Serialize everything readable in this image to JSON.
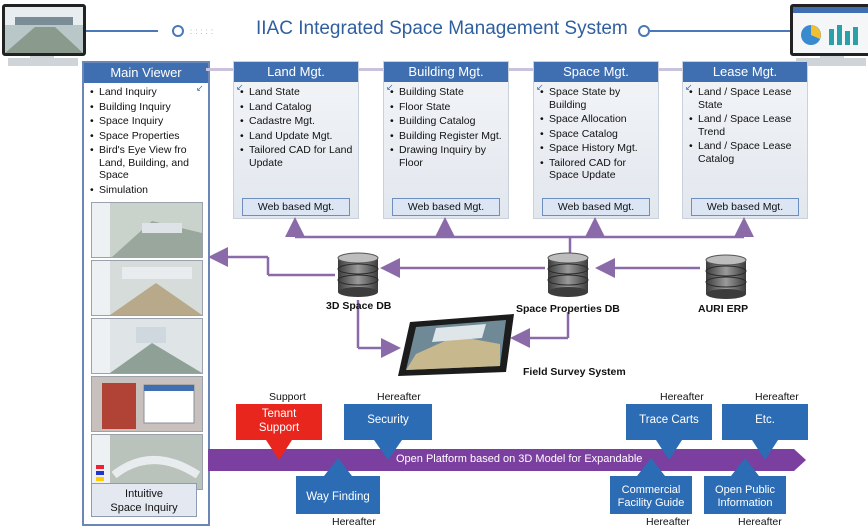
{
  "title": "IIAC Integrated Space Management System",
  "main_viewer": {
    "header": "Main Viewer",
    "items": [
      "Land Inquiry",
      "Building Inquiry",
      "Space Inquiry",
      "Space Properties",
      "Bird's Eye View fro Land, Building, and Space",
      "Simulation"
    ],
    "footer_line1": "Intuitive",
    "footer_line2": "Space Inquiry"
  },
  "modules": [
    {
      "header": "Land Mgt.",
      "items": [
        "Land State",
        "Land Catalog",
        "Cadastre Mgt.",
        "Land Update Mgt.",
        "Tailored CAD for Land Update"
      ],
      "web": "Web based Mgt."
    },
    {
      "header": "Building Mgt.",
      "items": [
        "Building State",
        "Floor State",
        "Building Catalog",
        "Building Register Mgt.",
        "Drawing Inquiry by Floor"
      ],
      "web": "Web based Mgt."
    },
    {
      "header": "Space Mgt.",
      "items": [
        "Space State by Building",
        "Space Allocation",
        "Space Catalog",
        "Space History Mgt.",
        "Tailored CAD for Space Update"
      ],
      "web": "Web based Mgt."
    },
    {
      "header": "Lease Mgt.",
      "items": [
        "Land / Space Lease State",
        "Land / Space Lease Trend",
        "Land / Space Lease Catalog"
      ],
      "web": "Web based Mgt."
    }
  ],
  "databases": [
    "3D Space DB",
    "Space Properties DB",
    "AURI ERP"
  ],
  "field_survey": "Field Survey System",
  "platform": "Open Platform based on 3D Model for Expandable",
  "top_boxes": [
    {
      "label_line1": "Tenant",
      "label_line2": "Support",
      "caption": "Support",
      "color": "#e8261e"
    },
    {
      "label_line1": "Security",
      "label_line2": "",
      "caption": "Hereafter",
      "color": "#2b6cb4"
    },
    {
      "label_line1": "Trace Carts",
      "label_line2": "",
      "caption": "Hereafter",
      "color": "#2b6cb4"
    },
    {
      "label_line1": "Etc.",
      "label_line2": "",
      "caption": "Hereafter",
      "color": "#2b6cb4"
    }
  ],
  "bottom_boxes": [
    {
      "label_line1": "Way Finding",
      "label_line2": "",
      "caption": "Hereafter"
    },
    {
      "label_line1": "Commercial",
      "label_line2": "Facility Guide",
      "caption": "Hereafter"
    },
    {
      "label_line1": "Open Public",
      "label_line2": "Information",
      "caption": "Hereafter"
    }
  ],
  "colors": {
    "header_blue": "#3f6fb0",
    "platform_purple": "#7b3fa0",
    "connector": "#8a6aa8"
  }
}
